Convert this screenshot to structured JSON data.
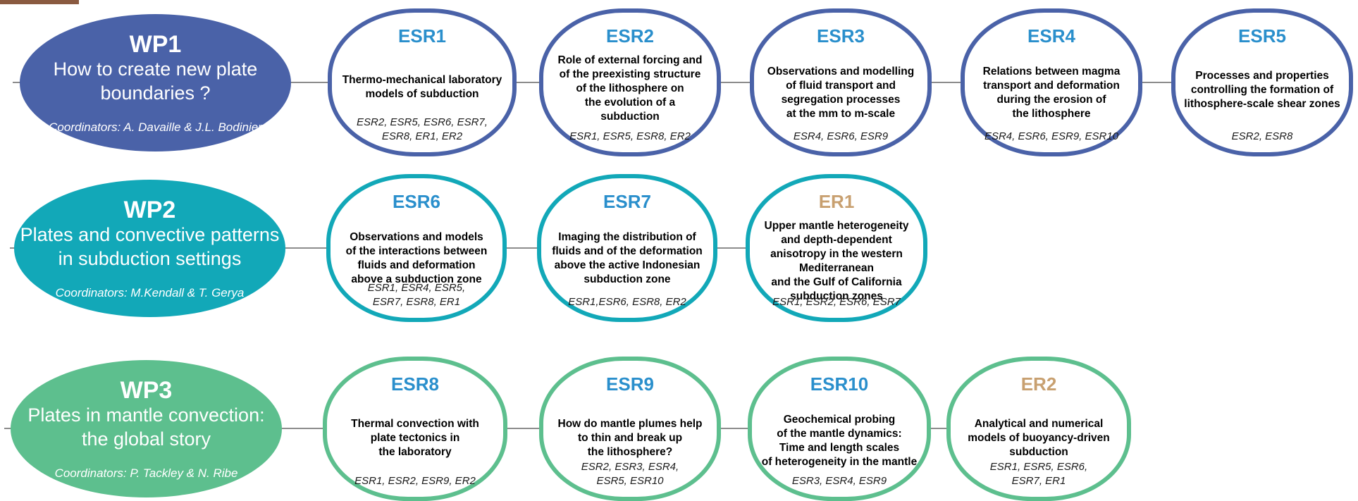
{
  "colors": {
    "wp1": "#4a62a8",
    "wp2": "#12a8b8",
    "wp3": "#5dbf8e",
    "esr_title_blue": "#2a8fcc",
    "er_title": "#c8a070",
    "connector": "#8c8c8c"
  },
  "rows": [
    {
      "wp": {
        "title": "WP1",
        "subtitle": [
          "How to create new plate",
          "boundaries ?"
        ],
        "coordinators": "Coordinators: A. Davaille & J.L. Bodinier"
      },
      "nodes": [
        {
          "title": "ESR1",
          "desc": [
            "Thermo-mechanical laboratory",
            "models of subduction"
          ],
          "refs": [
            "ESR2, ESR5, ESR6, ESR7,",
            "ESR8, ER1, ER2"
          ]
        },
        {
          "title": "ESR2",
          "desc": [
            "Role of external forcing and",
            "of the preexisting structure",
            "of the lithosphere on",
            "the evolution of a",
            "subduction"
          ],
          "refs": [
            "ESR1, ESR5, ESR8, ER2"
          ]
        },
        {
          "title": "ESR3",
          "desc": [
            "Observations and modelling",
            "of fluid transport and",
            "segregation processes",
            "at the mm to m-scale"
          ],
          "refs": [
            "ESR4, ESR6, ESR9"
          ]
        },
        {
          "title": "ESR4",
          "desc": [
            "Relations between magma",
            "transport and deformation",
            "during the erosion of",
            "the lithosphere"
          ],
          "refs": [
            "ESR4, ESR6, ESR9, ESR10"
          ]
        },
        {
          "title": "ESR5",
          "desc": [
            "Processes and properties",
            "controlling the formation of",
            "lithosphere-scale shear zones"
          ],
          "refs": [
            "ESR2, ESR8"
          ]
        }
      ]
    },
    {
      "wp": {
        "title": "WP2",
        "subtitle": [
          "Plates and convective patterns",
          "in subduction settings"
        ],
        "coordinators": "Coordinators: M.Kendall & T. Gerya"
      },
      "nodes": [
        {
          "title": "ESR6",
          "desc": [
            "Observations and models",
            "of the interactions between",
            "fluids and deformation",
            "above a subduction zone"
          ],
          "refs": [
            "ESR1, ESR4, ESR5,",
            "ESR7, ESR8, ER1"
          ]
        },
        {
          "title": "ESR7",
          "desc": [
            "Imaging the distribution of",
            "fluids and of the deformation",
            "above the active Indonesian",
            "subduction zone"
          ],
          "refs": [
            "ESR1,ESR6, ESR8, ER2"
          ]
        },
        {
          "title": "ER1",
          "desc": [
            "Upper mantle heterogeneity",
            "and depth-dependent",
            "anisotropy in the western",
            "Mediterranean",
            "and the Gulf of California",
            "subduction zones"
          ],
          "refs": [
            "ESR1, ESR2, ESR6, ESR7"
          ]
        }
      ]
    },
    {
      "wp": {
        "title": "WP3",
        "subtitle": [
          "Plates in mantle convection:",
          "the global story"
        ],
        "coordinators": "Coordinators: P. Tackley & N. Ribe"
      },
      "nodes": [
        {
          "title": "ESR8",
          "desc": [
            "Thermal convection with",
            "plate tectonics in",
            "the laboratory"
          ],
          "refs": [
            "ESR1, ESR2, ESR9, ER2"
          ]
        },
        {
          "title": "ESR9",
          "desc": [
            "How do mantle plumes help",
            "to thin and break up",
            "the lithosphere?"
          ],
          "refs": [
            "ESR2, ESR3, ESR4,",
            "ESR5, ESR10"
          ]
        },
        {
          "title": "ESR10",
          "desc": [
            "Geochemical probing",
            "of the mantle dynamics:",
            "Time and length scales",
            "of heterogeneity in the mantle"
          ],
          "refs": [
            "ESR3, ESR4, ESR9"
          ]
        },
        {
          "title": "ER2",
          "desc": [
            "Analytical and numerical",
            "models of buoyancy-driven",
            "subduction"
          ],
          "refs": [
            "ESR1, ESR5, ESR6,",
            "ESR7, ER1"
          ]
        }
      ]
    }
  ]
}
